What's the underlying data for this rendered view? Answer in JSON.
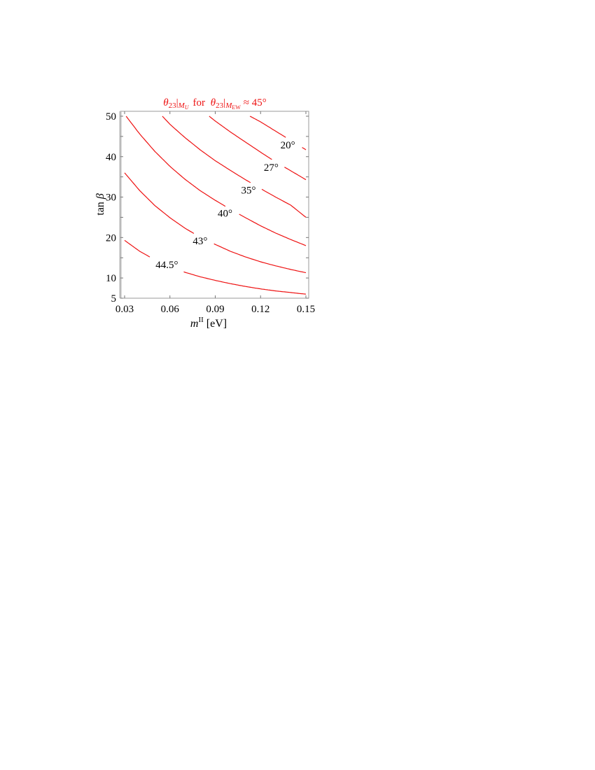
{
  "chart_data": {
    "type": "contour-line",
    "title": "θ23|M_U for θ23|M_EW ≈ 45°",
    "title_parts": {
      "lhs": "θ",
      "lhs_sub": "23",
      "lhs_bar_sub": "M_U",
      "middle": "for",
      "rhs": "θ",
      "rhs_sub": "23",
      "rhs_bar_sub": "M_EW",
      "tail": "≈ 45°"
    },
    "xlabel": "m^II [eV]",
    "xlabel_parts": {
      "var": "m",
      "sup": "II",
      "unit": "[eV]"
    },
    "ylabel": "tan β",
    "xlim": [
      0.03,
      0.15
    ],
    "ylim": [
      5,
      50
    ],
    "x_ticks": [
      0.03,
      0.06,
      0.09,
      0.12,
      0.15
    ],
    "x_tick_labels": [
      "0.03",
      "0.06",
      "0.09",
      "0.12",
      "0.15"
    ],
    "y_ticks": [
      5,
      10,
      20,
      30,
      40,
      50
    ],
    "y_tick_labels": [
      "5",
      "10",
      "20",
      "30",
      "40",
      "50"
    ],
    "y_minor_ticks": [
      15,
      25,
      35,
      45
    ],
    "grid": false,
    "line_color": "#ee1111",
    "series": [
      {
        "name": "44.5°",
        "label": "44.5°",
        "label_pos": [
          0.058,
          13.3
        ],
        "points": [
          [
            0.03,
            19.3
          ],
          [
            0.04,
            16.6
          ],
          [
            0.05,
            14.5
          ],
          [
            0.06,
            12.9
          ],
          [
            0.07,
            11.4
          ],
          [
            0.08,
            10.3
          ],
          [
            0.09,
            9.4
          ],
          [
            0.1,
            8.6
          ],
          [
            0.11,
            7.9
          ],
          [
            0.12,
            7.3
          ],
          [
            0.13,
            6.8
          ],
          [
            0.14,
            6.4
          ],
          [
            0.15,
            6.0
          ]
        ]
      },
      {
        "name": "43°",
        "label": "43°",
        "label_pos": [
          0.08,
          19.2
        ],
        "points": [
          [
            0.03,
            36.0
          ],
          [
            0.04,
            31.6
          ],
          [
            0.05,
            27.9
          ],
          [
            0.06,
            24.9
          ],
          [
            0.07,
            22.3
          ],
          [
            0.08,
            20.1
          ],
          [
            0.09,
            18.3
          ],
          [
            0.1,
            16.6
          ],
          [
            0.11,
            15.2
          ],
          [
            0.12,
            14.0
          ],
          [
            0.13,
            13.0
          ],
          [
            0.14,
            12.1
          ],
          [
            0.15,
            11.3
          ]
        ]
      },
      {
        "name": "40°",
        "label": "40°",
        "label_pos": [
          0.0965,
          26.0
        ],
        "points": [
          [
            0.031,
            50.0
          ],
          [
            0.04,
            45.6
          ],
          [
            0.05,
            41.3
          ],
          [
            0.06,
            37.6
          ],
          [
            0.07,
            34.4
          ],
          [
            0.08,
            31.6
          ],
          [
            0.09,
            29.2
          ],
          [
            0.1,
            27.0
          ],
          [
            0.11,
            24.9
          ],
          [
            0.12,
            22.9
          ],
          [
            0.13,
            21.1
          ],
          [
            0.14,
            19.5
          ],
          [
            0.15,
            18.0
          ]
        ]
      },
      {
        "name": "35°",
        "label": "35°",
        "label_pos": [
          0.112,
          31.7
        ],
        "points": [
          [
            0.055,
            50.0
          ],
          [
            0.06,
            48.0
          ],
          [
            0.07,
            44.7
          ],
          [
            0.08,
            41.7
          ],
          [
            0.09,
            39.0
          ],
          [
            0.1,
            36.6
          ],
          [
            0.11,
            34.3
          ],
          [
            0.12,
            32.1
          ],
          [
            0.13,
            30.0
          ],
          [
            0.14,
            28.0
          ],
          [
            0.15,
            25.0
          ]
        ]
      },
      {
        "name": "27°",
        "label": "27°",
        "label_pos": [
          0.127,
          37.4
        ],
        "points": [
          [
            0.086,
            50.0
          ],
          [
            0.09,
            48.8
          ],
          [
            0.1,
            46.1
          ],
          [
            0.11,
            43.6
          ],
          [
            0.12,
            41.1
          ],
          [
            0.13,
            38.7
          ],
          [
            0.14,
            36.5
          ],
          [
            0.15,
            34.3
          ]
        ]
      },
      {
        "name": "20°",
        "label": "20°",
        "label_pos": [
          0.138,
          42.9
        ],
        "points": [
          [
            0.113,
            50.0
          ],
          [
            0.12,
            48.6
          ],
          [
            0.13,
            46.3
          ],
          [
            0.14,
            44.0
          ],
          [
            0.15,
            41.7
          ]
        ]
      }
    ]
  }
}
